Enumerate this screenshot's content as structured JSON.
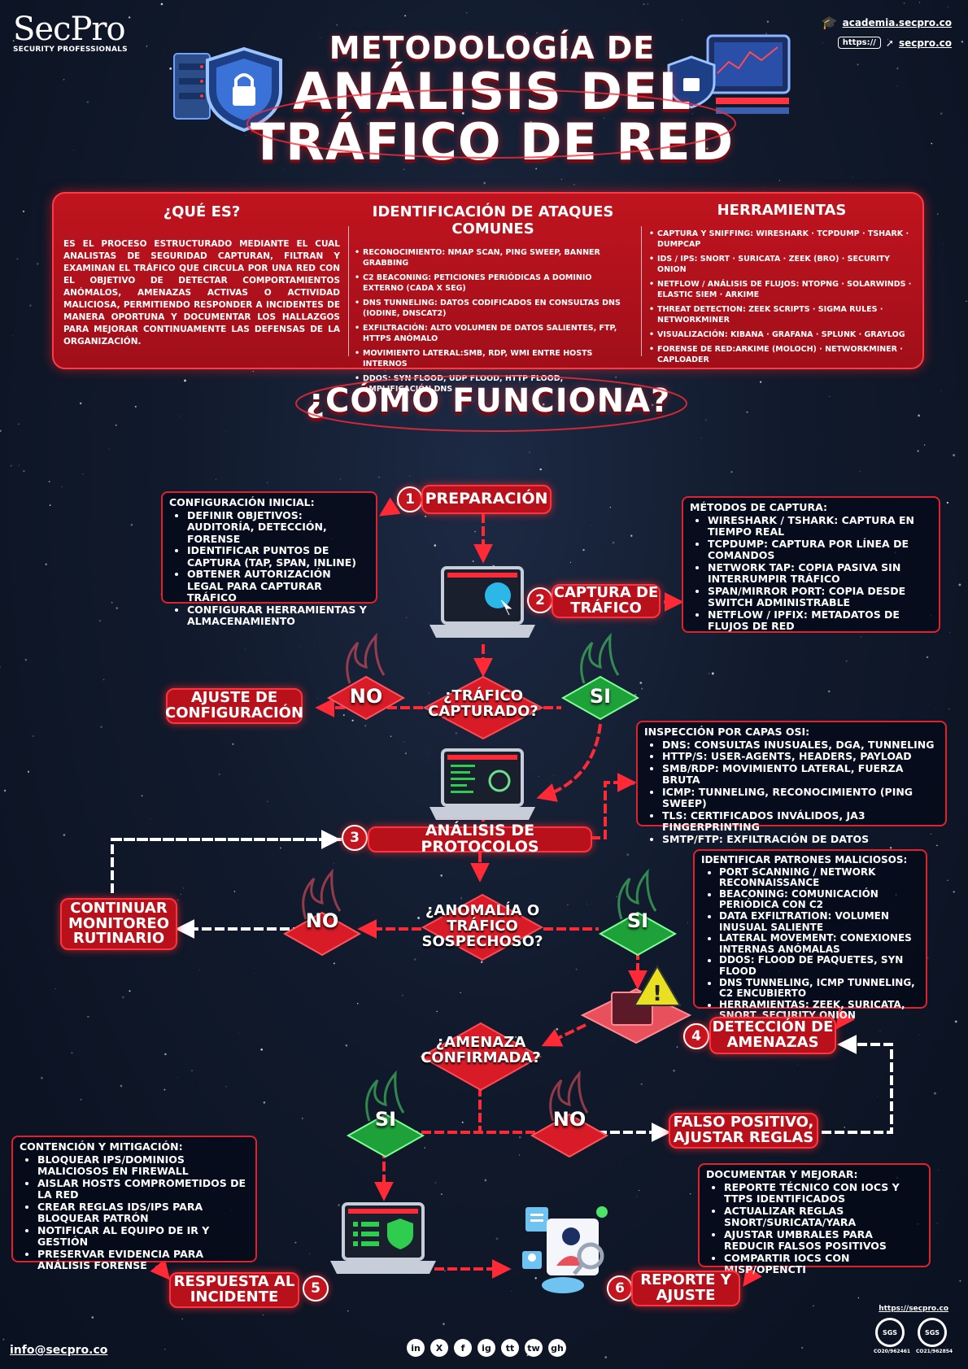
{
  "brand": {
    "name": "SecPro",
    "tagline": "SECURITY PROFESSIONALS",
    "academy_link": "academia.secpro.co",
    "url_prefix": "https://",
    "site_link": "secpro.co"
  },
  "title": {
    "line1": "METODOLOGÍA DE",
    "line2": "ANÁLISIS DEL",
    "line3": "TRÁFICO DE RED"
  },
  "intro": {
    "what_heading": "¿QUÉ ES?",
    "what_text": "ES EL PROCESO ESTRUCTURADO MEDIANTE EL CUAL ANALISTAS DE SEGURIDAD CAPTURAN, FILTRAN Y EXAMINAN EL TRÁFICO QUE CIRCULA POR UNA RED CON EL OBJETIVO DE DETECTAR COMPORTAMIENTOS ANÓMALOS, AMENAZAS ACTIVAS O ACTIVIDAD MALICIOSA, PERMITIENDO RESPONDER A INCIDENTES DE MANERA OPORTUNA Y DOCUMENTAR LOS HALLAZGOS PARA MEJORAR CONTINUAMENTE LAS DEFENSAS DE LA ORGANIZACIÓN.",
    "attacks_heading": "IDENTIFICACIÓN DE ATAQUES COMUNES",
    "attacks": [
      "RECONOCIMIENTO: NMAP SCAN, PING SWEEP, BANNER GRABBING",
      "C2 BEACONING: PETICIONES PERIÓDICAS A DOMINIO EXTERNO (CADA X SEG)",
      "DNS TUNNELING: DATOS CODIFICADOS EN CONSULTAS DNS (IODINE, DNSCAT2)",
      "EXFILTRACIÓN: ALTO VOLUMEN DE DATOS SALIENTES, FTP, HTTPS ANÓMALO",
      "MOVIMIENTO LATERAL:SMB, RDP, WMI ENTRE HOSTS INTERNOS",
      "DDOS: SYN FLOOD, UDP FLOOD, HTTP FLOOD, AMPLIFICACIÓN DNS"
    ],
    "tools_heading": "HERRAMIENTAS",
    "tools": [
      "CAPTURA Y SNIFFING: WIRESHARK · TCPDUMP · TSHARK · DUMPCAP",
      "IDS / IPS: SNORT · SURICATA · ZEEK (BRO) · SECURITY ONION",
      "NETFLOW / ANÁLISIS DE FLUJOS: NTOPNG · SOLARWINDS · ELASTIC SIEM · ARKIME",
      "THREAT DETECTION: ZEEK SCRIPTS · SIGMA RULES · NETWORKMINER",
      "VISUALIZACIÓN: KIBANA · GRAFANA · SPLUNK · GRAYLOG",
      "FORENSE DE RED:ARKIME (MOLOCH) · NETWORKMINER · CAPLOADER"
    ]
  },
  "how_heading": "¿CÓMO FUNCIONA?",
  "steps": {
    "s1": {
      "num": "1",
      "label": "PREPARACIÓN"
    },
    "s2": {
      "num": "2",
      "label": "CAPTURA DE TRÁFICO"
    },
    "s3": {
      "num": "3",
      "label": "ANÁLISIS DE PROTOCOLOS"
    },
    "s4": {
      "num": "4",
      "label": "DETECCIÓN DE AMENAZAS"
    },
    "s5": {
      "num": "5",
      "label": "RESPUESTA AL INCIDENTE"
    },
    "s6": {
      "num": "6",
      "label": "REPORTE Y AJUSTE"
    }
  },
  "boxes": {
    "config": {
      "heading": "CONFIGURACIÓN INICIAL:",
      "items": [
        "DEFINIR OBJETIVOS: AUDITORÍA, DETECCIÓN, FORENSE",
        "IDENTIFICAR PUNTOS DE CAPTURA (TAP, SPAN, INLINE)",
        "OBTENER AUTORIZACIÓN LEGAL PARA CAPTURAR TRÁFICO",
        "CONFIGURAR HERRAMIENTAS Y ALMACENAMIENTO"
      ]
    },
    "capture": {
      "heading": "MÉTODOS DE CAPTURA:",
      "items": [
        "WIRESHARK / TSHARK: CAPTURA EN TIEMPO REAL",
        "TCPDUMP: CAPTURA POR LÍNEA DE COMANDOS",
        "NETWORK TAP: COPIA PASIVA SIN INTERRUMPIR TRÁFICO",
        "SPAN/MIRROR PORT: COPIA DESDE SWITCH ADMINISTRABLE",
        "NETFLOW / IPFIX: METADATOS DE FLUJOS DE RED"
      ]
    },
    "osi": {
      "heading": "INSPECCIÓN POR CAPAS OSI:",
      "items": [
        "DNS: CONSULTAS INUSUALES, DGA, TUNNELING",
        "HTTP/S: USER-AGENTS, HEADERS, PAYLOAD",
        "SMB/RDP: MOVIMIENTO LATERAL, FUERZA BRUTA",
        "ICMP: TUNNELING, RECONOCIMIENTO (PING SWEEP)",
        "TLS: CERTIFICADOS INVÁLIDOS, JA3 FINGERPRINTING",
        "SMTP/FTP: EXFILTRACIÓN DE DATOS"
      ]
    },
    "patterns": {
      "heading": "IDENTIFICAR PATRONES MALICIOSOS:",
      "items": [
        "PORT SCANNING / NETWORK RECONNAISSANCE",
        "BEACONING: COMUNICACIÓN PERIÓDICA CON C2",
        "DATA EXFILTRATION: VOLUMEN INUSUAL SALIENTE",
        "LATERAL MOVEMENT: CONEXIONES INTERNAS ANÓMALAS",
        "DDOS: FLOOD DE PAQUETES, SYN FLOOD",
        "DNS TUNNELING, ICMP TUNNELING, C2 ENCUBIERTO",
        "HERRAMIENTAS: ZEEK, SURICATA, SNORT, SECURITY ONION"
      ]
    },
    "containment": {
      "heading": "CONTENCIÓN Y MITIGACIÓN:",
      "items": [
        "BLOQUEAR IPS/DOMINIOS MALICIOSOS EN FIREWALL",
        "AISLAR HOSTS COMPROMETIDOS DE LA RED",
        "CREAR REGLAS IDS/IPS PARA BLOQUEAR PATRÓN",
        "NOTIFICAR AL EQUIPO DE IR Y GESTIÓN",
        "PRESERVAR EVIDENCIA PARA ANÁLISIS FORENSE"
      ]
    },
    "document": {
      "heading": "DOCUMENTAR Y MEJORAR:",
      "items": [
        "REPORTE TÉCNICO CON IOCS Y TTPS IDENTIFICADOS",
        "ACTUALIZAR REGLAS SNORT/SURICATA/YARA",
        "AJUSTAR UMBRALES PARA REDUCIR FALSOS POSITIVOS",
        "COMPARTIR IOCS CON MISP/OPENCTI"
      ]
    }
  },
  "decisions": {
    "d1": {
      "question": "¿TRÁFICO CAPTURADO?",
      "no": "NO",
      "yes": "SI",
      "no_action": "AJUSTE DE CONFIGURACIÓN"
    },
    "d2": {
      "question": "¿ANOMALÍA O TRÁFICO SOSPECHOSO?",
      "no": "NO",
      "yes": "SI",
      "no_action": "CONTINUAR MONITOREO RUTINARIO"
    },
    "d3": {
      "question": "¿AMENAZA CONFIRMADA?",
      "no": "NO",
      "yes": "SI",
      "no_action": "FALSO POSITIVO, AJUSTAR REGLAS"
    }
  },
  "footer": {
    "email": "info@secpro.co",
    "url": "https://secpro.co",
    "cert1": "CO20/962461",
    "cert2": "CO21/962854",
    "cert_label": "SGS",
    "social": [
      "in",
      "X",
      "f",
      "ig",
      "tt",
      "tw",
      "gh"
    ]
  },
  "colors": {
    "accent": "#c0141f",
    "accent_light": "#ff3440",
    "green": "#2ecc4f",
    "background": "#111a2c"
  }
}
